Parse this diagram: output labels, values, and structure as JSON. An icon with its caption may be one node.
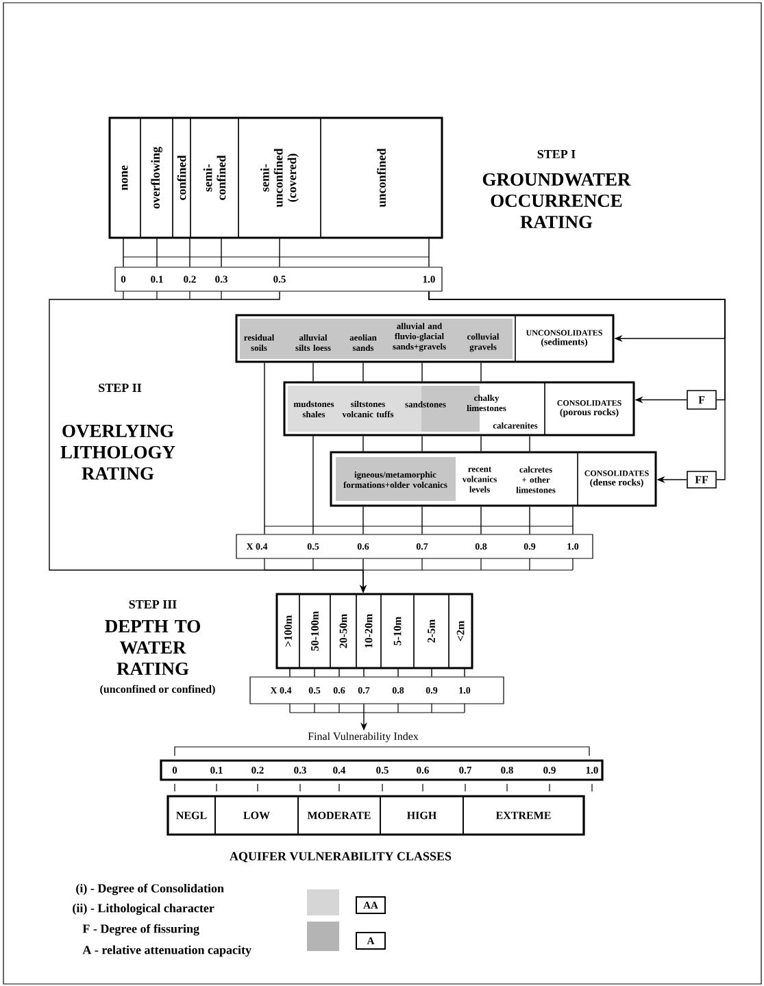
{
  "diagram": {
    "nodes": [
      {
        "text": [],
        "shape": "box"
      },
      {
        "text": [
          "none"
        ],
        "in": 0
      },
      {
        "text": [
          "overflowing"
        ],
        "in": 0
      },
      {
        "text": [
          "confined"
        ],
        "in": 0
      },
      {
        "text": [
          "semi-confined"
        ],
        "in": 0
      },
      {
        "text": [
          "semi-unconfined (covered)"
        ],
        "in": 0
      },
      {
        "text": [
          "unconfined"
        ],
        "in": 0
      },
      {
        "text": [
          "0",
          "0.1",
          "0.2",
          "0.3",
          "0.5",
          "1.0"
        ]
      },
      {
        "text": [],
        "shape": "box"
      },
      {
        "text": [
          "residual soils"
        ],
        "in": 8
      },
      {
        "text": [
          "alluvial silts loess"
        ],
        "in": 8
      },
      {
        "text": [
          "aeolian sands"
        ],
        "in": 8
      },
      {
        "text": [
          "alluvial and fluvio-glacial sands+gravels"
        ],
        "in": 8
      },
      {
        "text": [
          "colluvial gravels"
        ],
        "in": 8
      },
      {
        "text": [
          "UNCONSOLIDATES",
          "(sediments)"
        ],
        "in": 8
      },
      {
        "text": [
          "F"
        ]
      },
      {
        "text": [],
        "shape": "box"
      },
      {
        "text": [
          "mudstones shales"
        ],
        "in": 16
      },
      {
        "text": [
          "siltstones volcanic tuffs"
        ],
        "in": 16
      },
      {
        "text": [
          "sandstones"
        ],
        "in": 16
      },
      {
        "text": [
          "chalky limestones"
        ],
        "in": 16
      },
      {
        "text": [
          "calcarenites"
        ],
        "in": 16
      },
      {
        "text": [
          "CONSOLIDATES",
          "(porous rocks)"
        ],
        "in": 16
      },
      {
        "text": [
          "FF"
        ]
      },
      {
        "text": [],
        "shape": "box"
      },
      {
        "text": [
          "igneous/metamorphic formations+older volcanics"
        ],
        "in": 24
      },
      {
        "text": [
          "recent volcanics levels"
        ],
        "in": 24
      },
      {
        "text": [
          "calcretes + other limestones"
        ],
        "in": 24
      },
      {
        "text": [
          "CONSOLIDATES",
          "(dense rocks)"
        ],
        "in": 24
      },
      {
        "text": [
          "X 0.4",
          "0.5",
          "0.6",
          "0.7",
          "0.8",
          "0.9",
          "1.0"
        ]
      },
      {
        "text": [],
        "shape": "box"
      },
      {
        "text": [
          ">100m"
        ],
        "in": 30
      },
      {
        "text": [
          "50-100m"
        ],
        "in": 30
      },
      {
        "text": [
          "20-50m"
        ],
        "in": 30
      },
      {
        "text": [
          "10-20m"
        ],
        "in": 30
      },
      {
        "text": [
          "5-10m"
        ],
        "in": 30
      },
      {
        "text": [
          "2-5m"
        ],
        "in": 30
      },
      {
        "text": [
          "<2m"
        ],
        "in": 30
      },
      {
        "text": [
          "X 0.4",
          "0.5",
          "0.6",
          "0.7",
          "0.8",
          "0.9",
          "1.0"
        ]
      },
      {
        "text": [
          "Final Vulnerability Index"
        ]
      },
      {
        "text": [
          "0",
          "0.1",
          "0.2",
          "0.3",
          "0.4",
          "0.5",
          "0.6",
          "0.7",
          "0.8",
          "0.9",
          "1.0"
        ]
      },
      {
        "text": [
          "AQUIFER VULNERABILITY CLASSES"
        ]
      },
      {
        "text": [
          "NEGL"
        ],
        "in": 41
      },
      {
        "text": [
          "LOW"
        ],
        "in": 41
      },
      {
        "text": [
          "MODERATE"
        ],
        "in": 41
      },
      {
        "text": [
          "HIGH"
        ],
        "in": 41
      },
      {
        "text": [
          "EXTREME"
        ],
        "in": 41
      }
    ],
    "edges": [
      {
        "from": 1,
        "to": 7,
        "arrow": "none"
      },
      {
        "from": 2,
        "to": 7,
        "arrow": "none"
      },
      {
        "from": 3,
        "to": 7,
        "arrow": "none"
      },
      {
        "from": 4,
        "to": 7,
        "arrow": "none"
      },
      {
        "from": 5,
        "to": 7,
        "arrow": "none"
      },
      {
        "from": 6,
        "to": 7,
        "arrow": "none"
      },
      {
        "from": 7,
        "to": 8,
        "arrow": "to"
      },
      {
        "from": 7,
        "to": 15,
        "arrow": "none"
      },
      {
        "from": 15,
        "to": 16,
        "arrow": "to"
      },
      {
        "from": 7,
        "to": 23,
        "arrow": "none"
      },
      {
        "from": 23,
        "to": 24,
        "arrow": "to"
      },
      {
        "from": 8,
        "to": 29,
        "arrow": "none"
      },
      {
        "from": 8,
        "to": 16,
        "arrow": "none"
      },
      {
        "from": 8,
        "to": 16,
        "arrow": "none"
      },
      {
        "from": 8,
        "to": 16,
        "arrow": "none"
      },
      {
        "from": 8,
        "to": 16,
        "arrow": "none"
      },
      {
        "from": 16,
        "to": 29,
        "arrow": "none"
      },
      {
        "from": 16,
        "to": 24,
        "arrow": "none"
      },
      {
        "from": 16,
        "to": 24,
        "arrow": "none"
      },
      {
        "from": 16,
        "to": 24,
        "arrow": "none"
      },
      {
        "from": 16,
        "to": 24,
        "arrow": "none"
      },
      {
        "from": 24,
        "to": 29,
        "arrow": "none"
      },
      {
        "from": 24,
        "to": 29,
        "arrow": "none"
      },
      {
        "from": 24,
        "to": 29,
        "arrow": "none"
      },
      {
        "from": 24,
        "to": 29,
        "arrow": "none"
      },
      {
        "from": 24,
        "to": 29,
        "arrow": "none"
      },
      {
        "from": 7,
        "to": 30,
        "arrow": "to"
      },
      {
        "from": 29,
        "to": 30,
        "arrow": "to"
      },
      {
        "from": 31,
        "to": 38,
        "arrow": "none"
      },
      {
        "from": 32,
        "to": 38,
        "arrow": "none"
      },
      {
        "from": 33,
        "to": 38,
        "arrow": "none"
      },
      {
        "from": 34,
        "to": 38,
        "arrow": "none"
      },
      {
        "from": 35,
        "to": 38,
        "arrow": "none"
      },
      {
        "from": 36,
        "to": 38,
        "arrow": "none"
      },
      {
        "from": 37,
        "to": 38,
        "arrow": "none"
      },
      {
        "from": 38,
        "to": 39,
        "arrow": "to"
      }
    ],
    "labels": [
      "STEP I",
      "GROUNDWATER OCCURRENCE RATING",
      "STEP II",
      "OVERLYING LITHOLOGY RATING",
      "STEP III",
      "DEPTH TO WATER RATING",
      "(unconfined or confined)",
      "(i) - Degree of Consolidation",
      "(ii) - Lithological character",
      "F - Degree of fissuring",
      "A - relative attenuation capacity"
    ],
    "legend": [
      {
        "text": "AA",
        "color": "#d6d6d6"
      },
      {
        "text": "A",
        "color": "#b4b4b4"
      }
    ]
  }
}
